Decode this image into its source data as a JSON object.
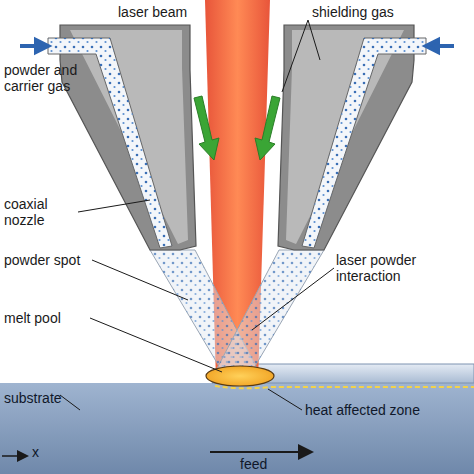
{
  "diagram": {
    "labels": [
      "laser beam",
      "shielding gas",
      "powder and carrier gas",
      "coaxial nozzle",
      "powder spot",
      "laser powder interaction",
      "melt pool",
      "substrate",
      "heat affected zone",
      "feed",
      "x"
    ]
  }
}
